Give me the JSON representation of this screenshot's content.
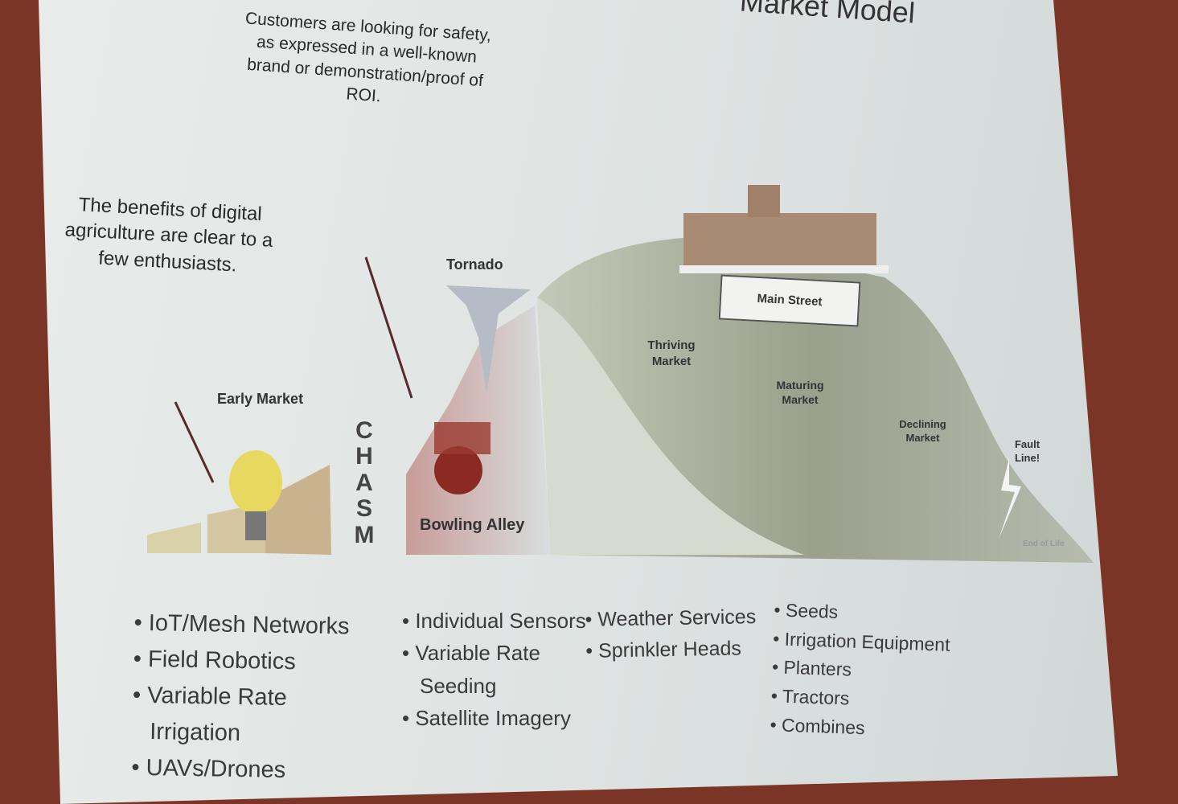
{
  "slide": {
    "title": "Market Model",
    "callout_customers": "Customers are looking for safety, as expressed in a well-known brand or demonstration/proof of ROI.",
    "callout_benefits": "The benefits of digital agriculture are clear to a few enthusiasts.",
    "diagram": {
      "early_market": "Early Market",
      "chasm": [
        "C",
        "H",
        "A",
        "S",
        "M"
      ],
      "tornado": "Tornado",
      "bowling_alley": "Bowling Alley",
      "main_street": "Main Street",
      "thriving_market": "Thriving Market",
      "maturing_market": "Maturing Market",
      "declining_market": "Declining Market",
      "fault_line": "Fault Line!",
      "end_of_life": "End of Life"
    },
    "lists": {
      "early": [
        "IoT/Mesh Networks",
        "Field Robotics",
        "Variable Rate",
        "Irrigation",
        "UAVs/Drones"
      ],
      "bowling": [
        "Individual Sensors",
        "Variable Rate",
        "Seeding",
        "Satellite Imagery"
      ],
      "thriving": [
        "Weather Services",
        "Sprinkler Heads"
      ],
      "mature": [
        "Seeds",
        "Irrigation Equipment",
        "Planters",
        "Tractors",
        "Combines"
      ]
    }
  }
}
